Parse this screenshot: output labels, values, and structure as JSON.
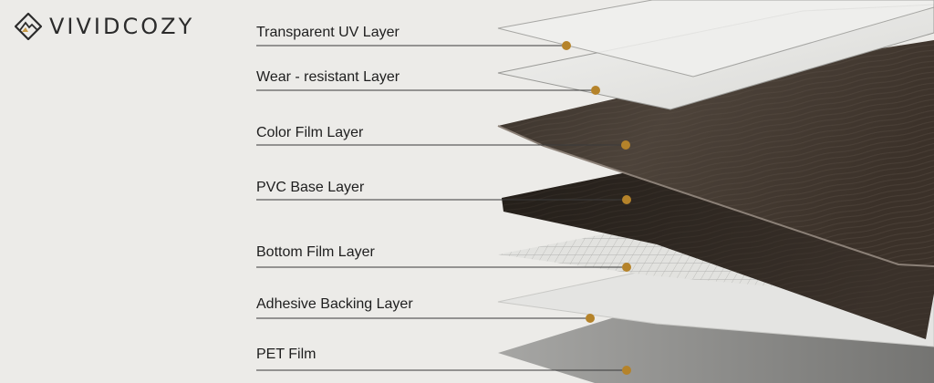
{
  "brand": {
    "name": "VIVIDCOZY",
    "icon": "diamond-mountain-logo-icon"
  },
  "colors": {
    "background": "#ecebe8",
    "marker": "#b5832a",
    "leader_line": "#3a3a3a",
    "wood_dark": "#2e2822",
    "wood_mid": "#4a4036"
  },
  "diagram": {
    "layers": [
      {
        "label": "Transparent UV Layer"
      },
      {
        "label": "Wear - resistant Layer"
      },
      {
        "label": "Color Film Layer"
      },
      {
        "label": "PVC Base Layer"
      },
      {
        "label": "Bottom Film Layer"
      },
      {
        "label": "Adhesive Backing Layer"
      },
      {
        "label": "PET Film"
      }
    ]
  }
}
